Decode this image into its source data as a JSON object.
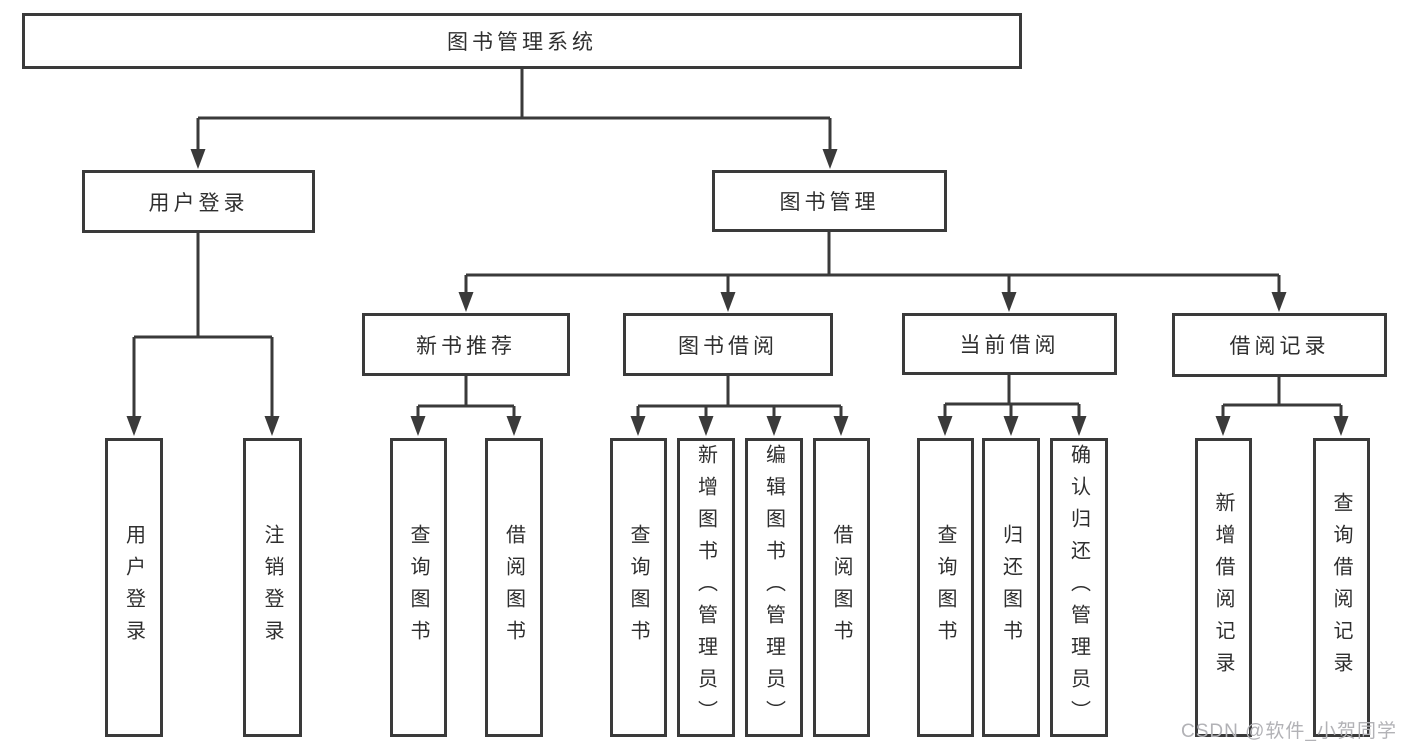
{
  "diagram": {
    "type": "hierarchy-tree",
    "nodes": {
      "root": {
        "label": "图书管理系统"
      },
      "level2": [
        {
          "label": "用户登录",
          "parent": "图书管理系统"
        },
        {
          "label": "图书管理",
          "parent": "图书管理系统"
        }
      ],
      "level3": [
        {
          "label": "新书推荐",
          "parent": "图书管理"
        },
        {
          "label": "图书借阅",
          "parent": "图书管理"
        },
        {
          "label": "当前借阅",
          "parent": "图书管理"
        },
        {
          "label": "借阅记录",
          "parent": "图书管理"
        }
      ],
      "leaves": [
        {
          "label": "用户登录",
          "parent": "用户登录"
        },
        {
          "label": "注销登录",
          "parent": "用户登录"
        },
        {
          "label": "查询图书",
          "parent": "新书推荐"
        },
        {
          "label": "借阅图书",
          "parent": "新书推荐"
        },
        {
          "label": "查询图书",
          "parent": "图书借阅"
        },
        {
          "label": "新增图书（管理员）",
          "parent": "图书借阅"
        },
        {
          "label": "编辑图书（管理员）",
          "parent": "图书借阅"
        },
        {
          "label": "借阅图书",
          "parent": "图书借阅"
        },
        {
          "label": "查询图书",
          "parent": "当前借阅"
        },
        {
          "label": "归还图书",
          "parent": "当前借阅"
        },
        {
          "label": "确认归还（管理员）",
          "parent": "当前借阅"
        },
        {
          "label": "新增借阅记录",
          "parent": "借阅记录"
        },
        {
          "label": "查询借阅记录",
          "parent": "借阅记录"
        }
      ]
    },
    "colors": {
      "line": "#3a3a3a",
      "border": "#3a3a3a",
      "text": "#2f2f2f",
      "background": "#ffffff",
      "watermark": "#b2b2b6"
    }
  },
  "watermark": {
    "text": "CSDN @软件_小贺同学"
  }
}
